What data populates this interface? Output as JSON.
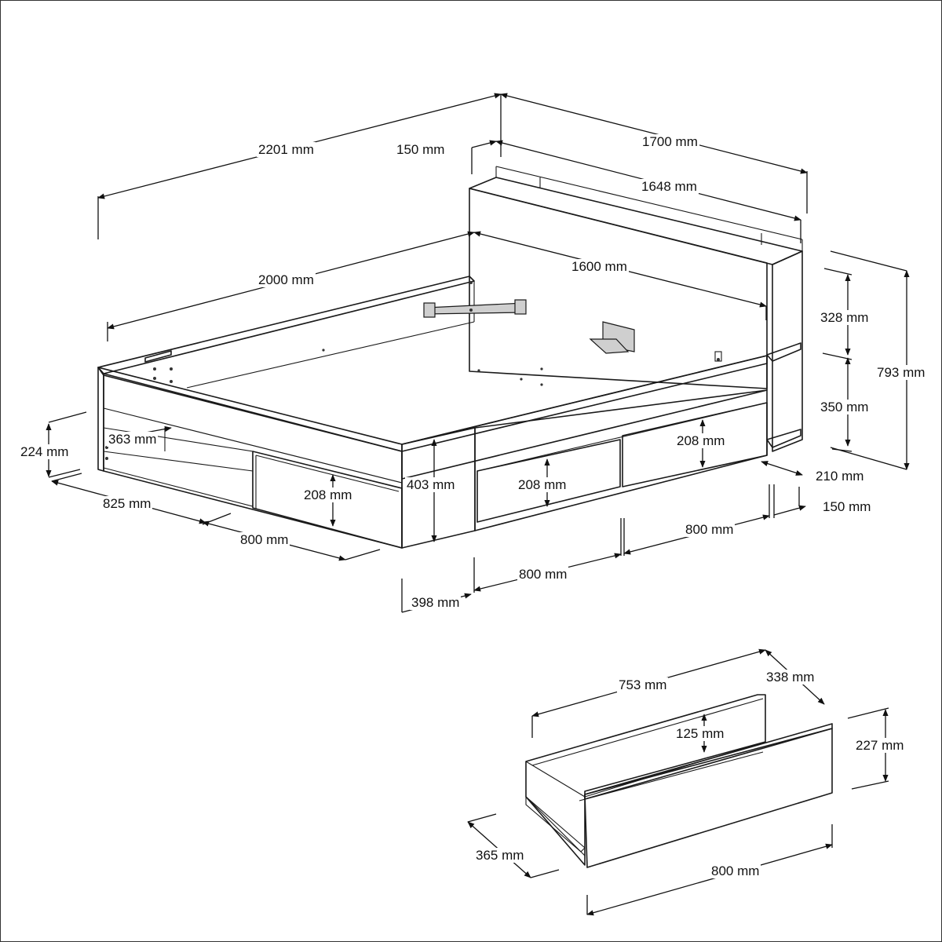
{
  "bed": {
    "overall_length": "2201 mm",
    "overall_width": "1700 mm",
    "top_shelf_depth": "150 mm",
    "headboard_width": "1648 mm",
    "mattress_length": "2000 mm",
    "mattress_width": "1600 mm",
    "upper_shelf_height": "328 mm",
    "lower_shelf_height": "350 mm",
    "total_height": "793 mm",
    "base_depth": "210 mm",
    "side_offset": "150 mm",
    "base_height": "224 mm",
    "open_shelf_height": "363 mm",
    "footboard_height": "403 mm",
    "open_shelf_length": "825 mm",
    "front_drawer_width": "800 mm",
    "front_drawer_height": "208 mm",
    "middle_drawer_height": "208 mm",
    "rear_drawer_height": "208 mm",
    "rear_drawer_width": "800 mm",
    "middle_drawer_width": "800 mm",
    "foot_gap": "398 mm"
  },
  "drawer": {
    "inner_length": "753 mm",
    "depth": "338 mm",
    "inner_height": "125 mm",
    "front_height": "227 mm",
    "side_depth": "365 mm",
    "front_width": "800 mm"
  }
}
